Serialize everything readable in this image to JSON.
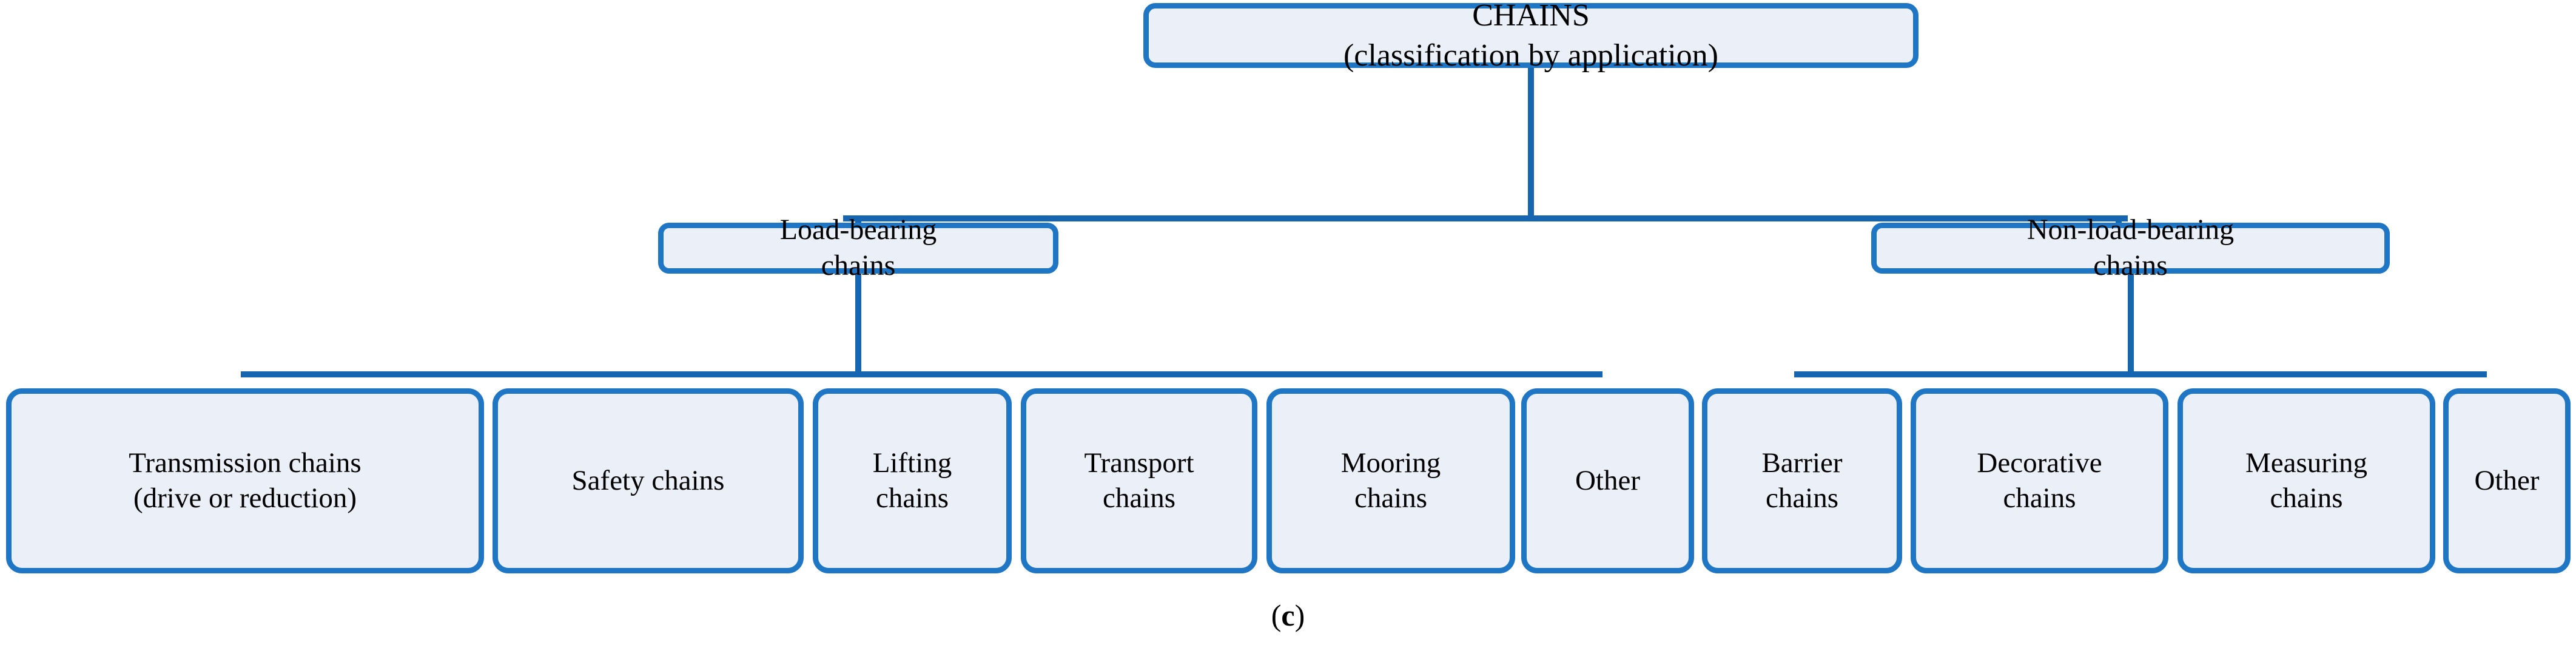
{
  "figure": {
    "caption_prefix": "(",
    "caption_letter": "c",
    "caption_suffix": ")"
  },
  "colors": {
    "box_border": "#1F76C4",
    "box_fill": "#EAEFF8",
    "connector": "#1565B0",
    "text": "#000000",
    "background": "#FFFFFF"
  },
  "tree": {
    "root": {
      "line1": "CHAINS",
      "line2": "(classification by application)"
    },
    "level2": [
      {
        "line1": "Load-bearing",
        "line2": "chains"
      },
      {
        "line1": "Non-load-bearing",
        "line2": "chains"
      }
    ],
    "level3_left": [
      {
        "line1": "Transmission chains",
        "line2": "(drive or reduction)"
      },
      {
        "line1": "Safety chains",
        "line2": ""
      },
      {
        "line1": "Lifting",
        "line2": "chains"
      },
      {
        "line1": "Transport",
        "line2": "chains"
      },
      {
        "line1": "Mooring",
        "line2": "chains"
      },
      {
        "line1": "Other",
        "line2": ""
      }
    ],
    "level3_right": [
      {
        "line1": "Barrier",
        "line2": "chains"
      },
      {
        "line1": "Decorative",
        "line2": "chains"
      },
      {
        "line1": "Measuring",
        "line2": "chains"
      },
      {
        "line1": "Other",
        "line2": ""
      }
    ]
  }
}
